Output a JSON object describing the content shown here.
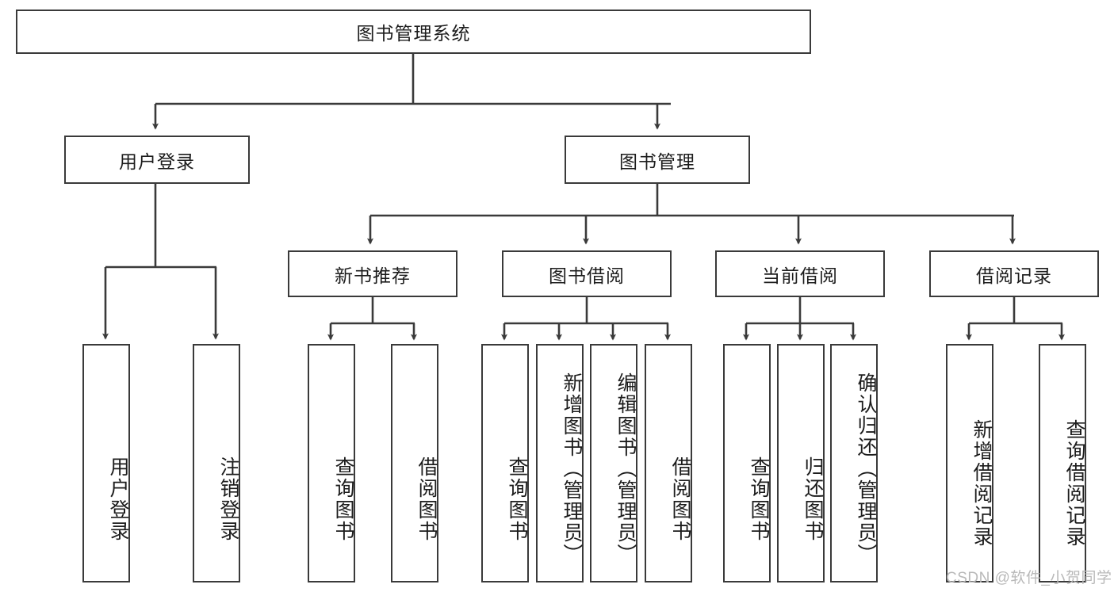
{
  "diagram": {
    "type": "tree",
    "title": "图书管理系统",
    "root": {
      "label": "图书管理系统"
    },
    "level2": [
      {
        "label": "用户登录"
      },
      {
        "label": "图书管理"
      }
    ],
    "level3": [
      {
        "label": "新书推荐"
      },
      {
        "label": "图书借阅"
      },
      {
        "label": "当前借阅"
      },
      {
        "label": "借阅记录"
      }
    ],
    "leaves": {
      "user_login": [
        {
          "label": "用户登录"
        },
        {
          "label": "注销登录"
        }
      ],
      "new_book_recommend": [
        {
          "label": "查询图书"
        },
        {
          "label": "借阅图书"
        }
      ],
      "book_borrow": [
        {
          "label": "查询图书"
        },
        {
          "label": "新增图书（管理员）"
        },
        {
          "label": "编辑图书（管理员）"
        },
        {
          "label": "借阅图书"
        }
      ],
      "current_borrow": [
        {
          "label": "查询图书"
        },
        {
          "label": "归还图书"
        },
        {
          "label": "确认归还（管理员）"
        }
      ],
      "borrow_record": [
        {
          "label": "新增借阅记录"
        },
        {
          "label": "查询借阅记录"
        }
      ]
    }
  },
  "watermark": {
    "text": "CSDN @软件_小贺同学"
  },
  "colors": {
    "border": "#3a3a3a",
    "text": "#1c1c1c",
    "background": "#ffffff",
    "watermark": "#b9b9b9"
  }
}
